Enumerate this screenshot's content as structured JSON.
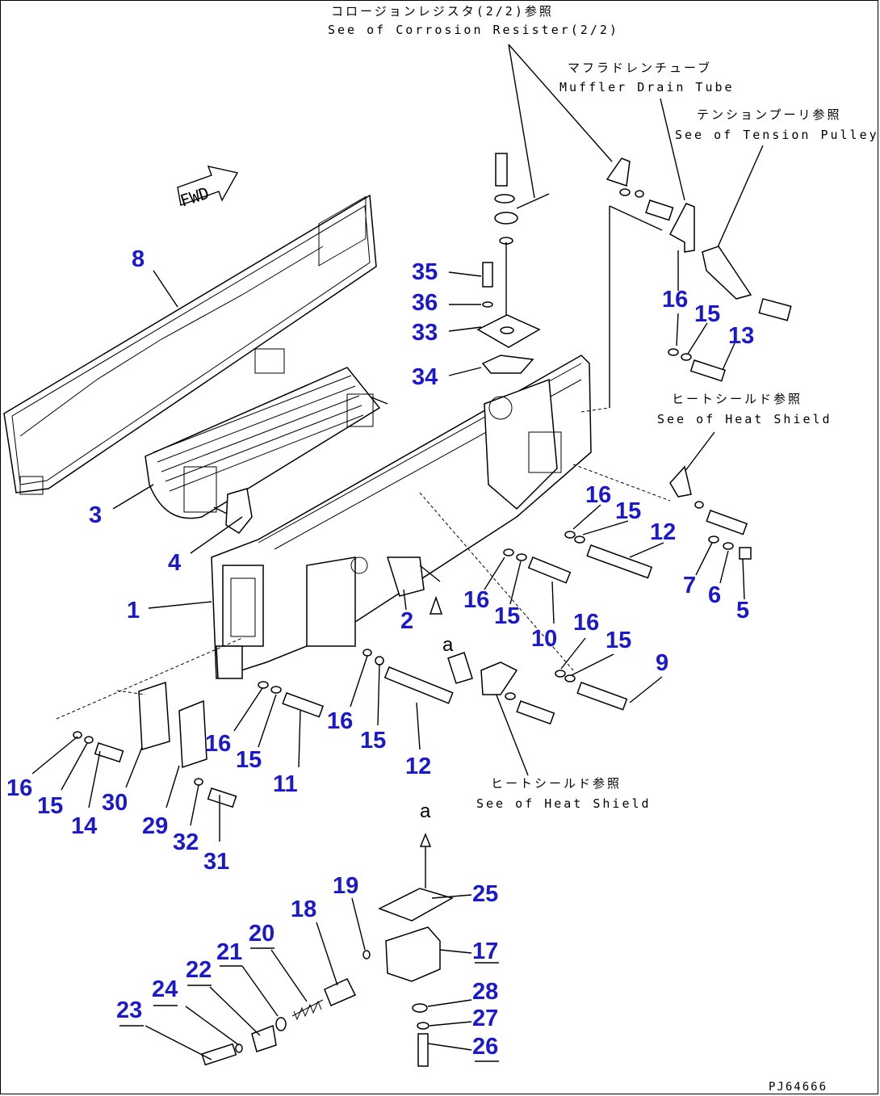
{
  "notes": {
    "corrosion_jp": "コロージョンレジスタ(2/2)参照",
    "corrosion_en": "See of Corrosion Resister(2/2)",
    "muffler_jp": "マフラドレンチューブ",
    "muffler_en": "Muffler Drain Tube",
    "tension_jp": "テンションプーリ参照",
    "tension_en": "See of Tension Pulley",
    "heat1_jp": "ヒートシールド参照",
    "heat1_en": "See of Heat Shield",
    "heat2_jp": "ヒートシールド参照",
    "heat2_en": "See of Heat Shield"
  },
  "fwd_label": "FWD",
  "ref_a1": "a",
  "ref_a2": "a",
  "drawing_code": "PJ64666",
  "callouts": [
    "8",
    "35",
    "36",
    "33",
    "34",
    "3",
    "4",
    "1",
    "2",
    "16",
    "15",
    "13",
    "16",
    "15",
    "12",
    "7",
    "6",
    "5",
    "16",
    "15",
    "10",
    "16",
    "15",
    "9",
    "16",
    "15",
    "11",
    "16",
    "15",
    "12",
    "16",
    "15",
    "14",
    "30",
    "29",
    "32",
    "31",
    "19",
    "18",
    "20",
    "21",
    "22",
    "24",
    "23",
    "25",
    "17",
    "28",
    "27",
    "26"
  ],
  "colors": {
    "callout": "#1a1acc",
    "line": "#000000"
  }
}
